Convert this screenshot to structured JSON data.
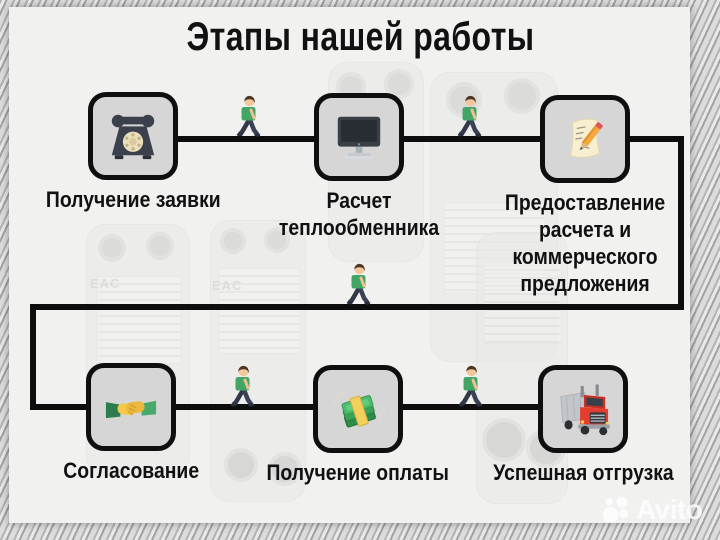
{
  "title": "Этапы нашей работы",
  "steps": [
    {
      "icon": "telephone-icon",
      "label": "Получение заявки"
    },
    {
      "icon": "computer-icon",
      "label": "Расчет\nтеплообменника"
    },
    {
      "icon": "memo-pencil-icon",
      "label": "Предоставление\nрасчета и\nкоммерческого\nпредложения"
    },
    {
      "icon": "handshake-icon",
      "label": "Согласование"
    },
    {
      "icon": "money-with-wings-icon",
      "label": "Получение оплаты"
    },
    {
      "icon": "truck-icon",
      "label": "Успешная отгрузка"
    }
  ],
  "watermark": {
    "brand": "Avito"
  },
  "background": {
    "equipment_marking": "EAC"
  },
  "colors": {
    "panel_bg": "#f1f1f0",
    "box_fill": "#d6d6d6",
    "box_border": "#0f0f0f",
    "connector_line": "#0d0d0d",
    "person_shirt_green": "#43a565",
    "money_green": "#3ba257",
    "truck_red": "#e23d2e",
    "handshake_yellow": "#f3c84d",
    "sleeve_green": "#2c7d4e",
    "pencil_orange": "#f3a93f",
    "phone_dark": "#3a414c",
    "watermark_text": "#ffffff"
  }
}
